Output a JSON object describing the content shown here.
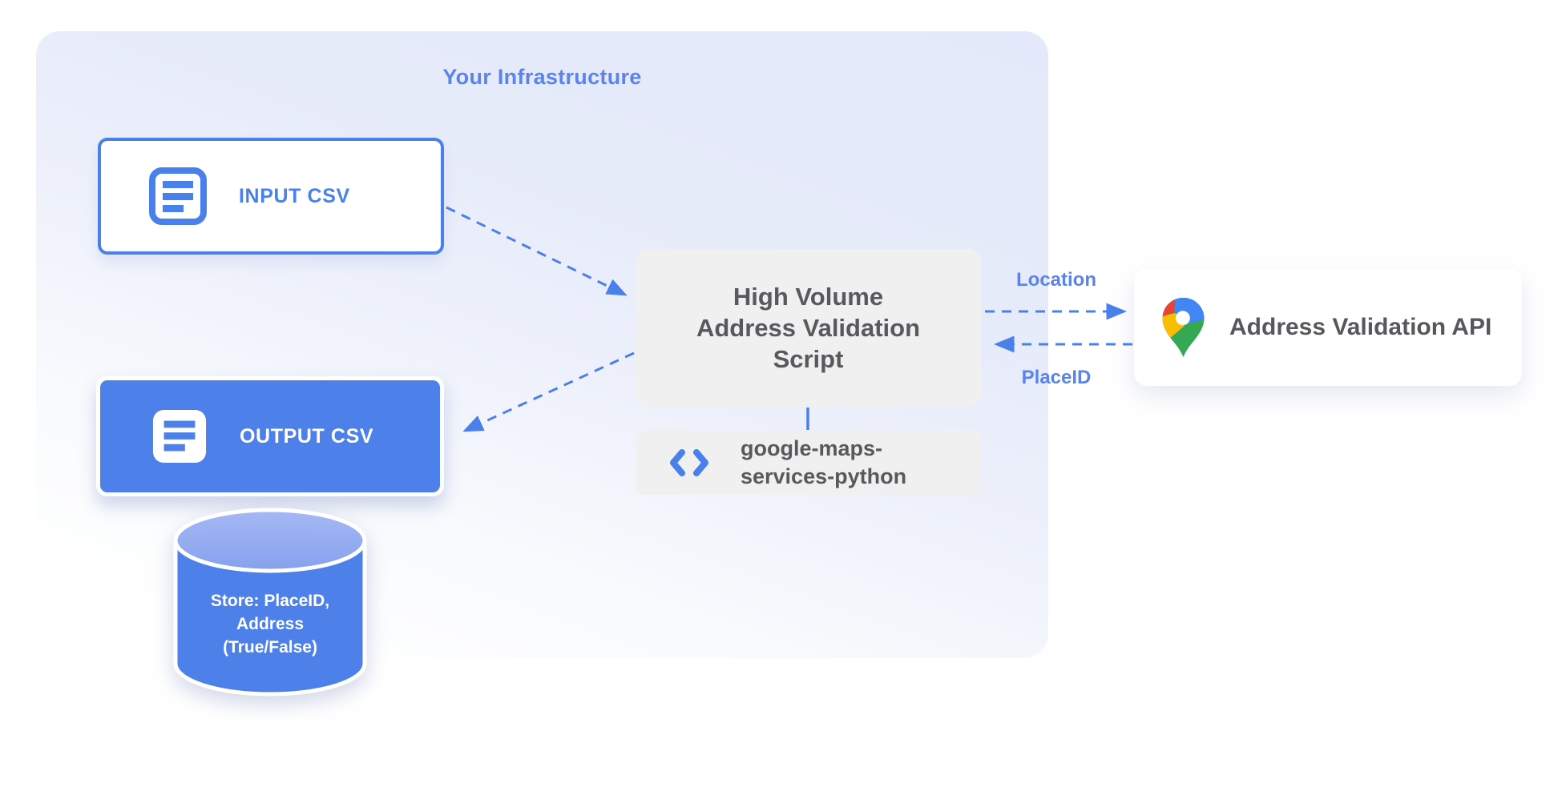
{
  "infrastructure": {
    "title": "Your Infrastructure"
  },
  "nodes": {
    "input_csv": {
      "label": "INPUT CSV",
      "icon": "document-lines-icon"
    },
    "output_csv": {
      "label": "OUTPUT CSV",
      "icon": "document-lines-icon"
    },
    "datastore": {
      "lines": [
        "Store: PlaceID,",
        "Address",
        "(True/False)"
      ],
      "shape": "database-cylinder"
    },
    "script": {
      "lines": [
        "High Volume",
        "Address Validation",
        "Script"
      ]
    },
    "library": {
      "lines": [
        "google-maps-",
        "services-python"
      ],
      "icon": "code-brackets-icon"
    },
    "api": {
      "label": "Address Validation API",
      "icon": "google-maps-pin-icon"
    }
  },
  "edges": {
    "input_to_script": {
      "style": "dashed-arrow"
    },
    "script_to_output": {
      "style": "dashed-arrow"
    },
    "script_to_api": {
      "label": "Location",
      "style": "dashed-arrow"
    },
    "api_to_script": {
      "label": "PlaceID",
      "style": "dashed-arrow"
    },
    "script_to_library": {
      "style": "solid-line"
    }
  },
  "colors": {
    "primary_blue": "#4a80e9",
    "node_fill_blue": "#4d80e8",
    "label_blue": "#5b83e9",
    "container_top": "#e3e9fa",
    "container_bottom": "#ffffff",
    "box_gray": "#f0f0f1",
    "text_gray": "#58595c",
    "cylinder_top_light": "#9db1f1",
    "pin_red": "#EA4335",
    "pin_blue": "#4285F4",
    "pin_yellow": "#FBBC04",
    "pin_green": "#34A853"
  }
}
